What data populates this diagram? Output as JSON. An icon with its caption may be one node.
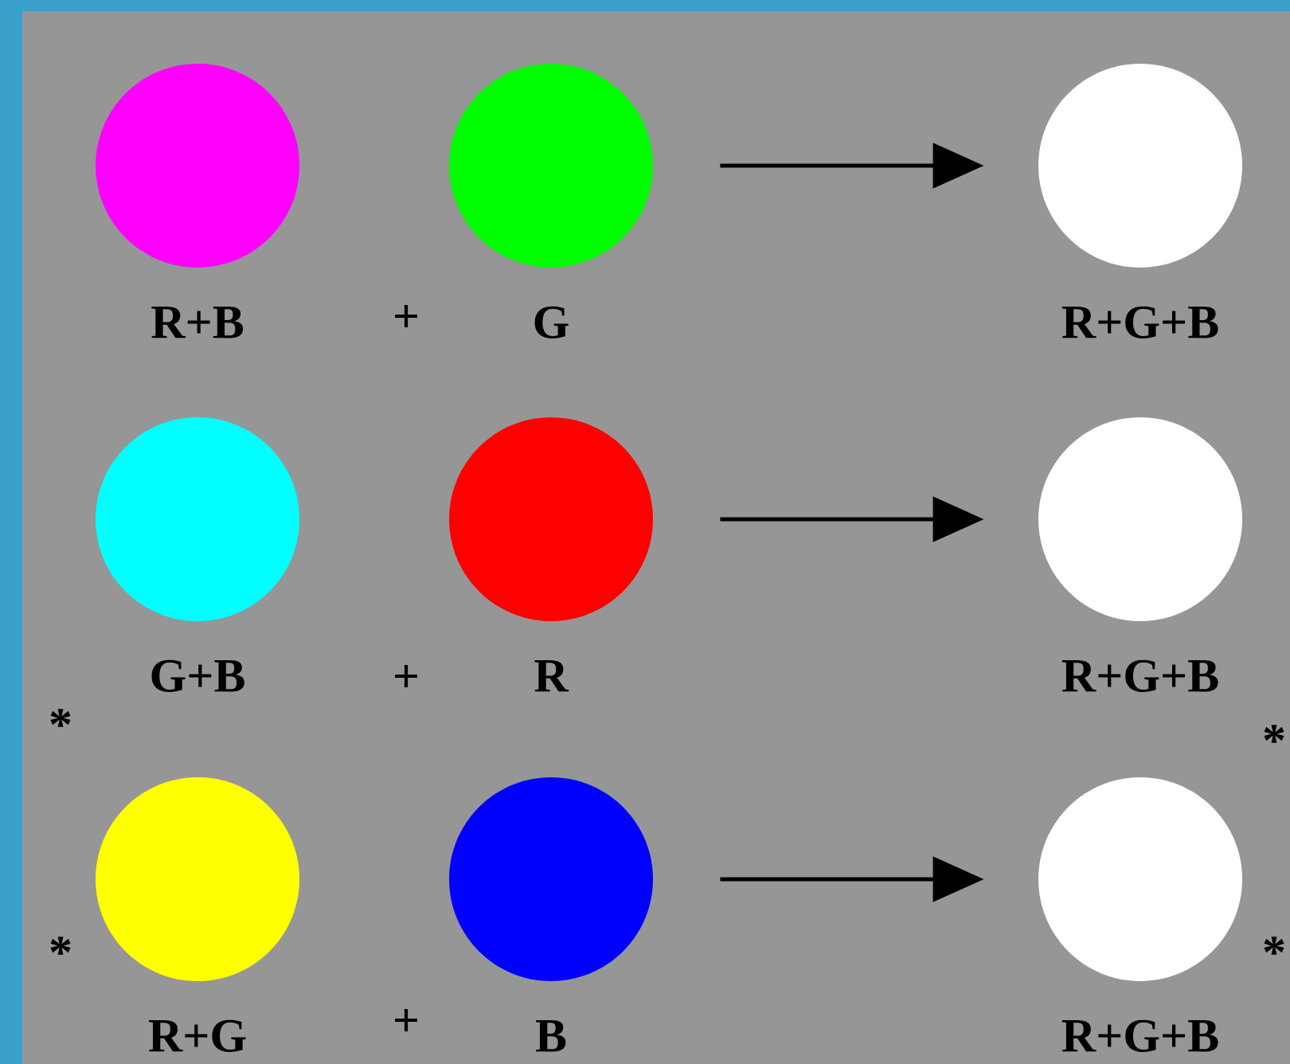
{
  "diagram": {
    "nodes": [
      {
        "text": [
          "R+B"
        ]
      },
      {
        "text": [
          "G"
        ]
      },
      {
        "text": [
          "R+G+B"
        ]
      },
      {
        "text": [
          "G+B"
        ]
      },
      {
        "text": [
          "R"
        ]
      },
      {
        "text": [
          "R+G+B"
        ]
      },
      {
        "text": [
          "R+G"
        ]
      },
      {
        "text": [
          "B"
        ]
      },
      {
        "text": [
          "R+G+B"
        ]
      }
    ],
    "edges": [
      {
        "from": 1,
        "to": 2,
        "arrow": "to"
      },
      {
        "from": 4,
        "to": 5,
        "arrow": "to"
      },
      {
        "from": 7,
        "to": 8,
        "arrow": "to"
      }
    ],
    "labels": [
      "+",
      "+",
      "*",
      "*",
      "*",
      "+",
      "*"
    ]
  }
}
